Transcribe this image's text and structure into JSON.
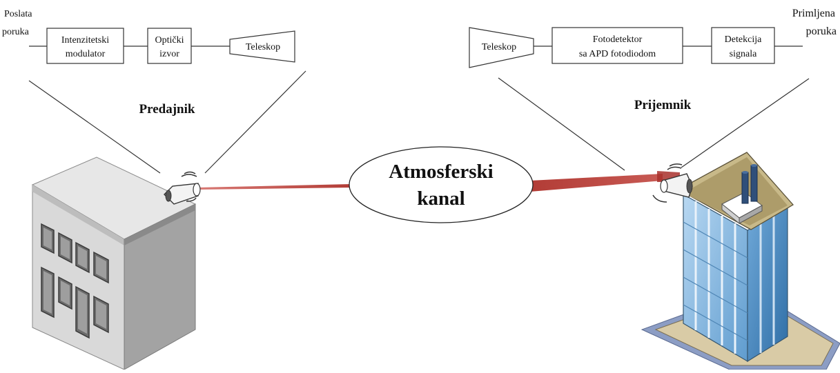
{
  "transmitter": {
    "input_label_1": "Poslata",
    "input_label_2": "poruka",
    "modulator_1": "Intenzitetski",
    "modulator_2": "modulator",
    "source_1": "Optički",
    "source_2": "izvor",
    "telescope": "Teleskop",
    "title": "Predajnik"
  },
  "receiver": {
    "telescope": "Teleskop",
    "detector_1": "Fotodetektor",
    "detector_2": "sa APD fotodiodom",
    "detection_1": "Detekcija",
    "detection_2": "signala",
    "output_label_1": "Primljena",
    "output_label_2": "poruka",
    "title": "Prijemnik"
  },
  "channel": {
    "line_1": "Atmosferski",
    "line_2": "kanal"
  },
  "colors": {
    "beam": "#c0504d",
    "beam_dark": "#a8302c",
    "building_front": "#d9d9d9",
    "building_side": "#9a9a9a",
    "building_top": "#e6e6e6",
    "tower_glass": "#7fb2dd",
    "tower_glass_dark": "#3d7fb8",
    "tower_base": "#9aa9c9"
  }
}
